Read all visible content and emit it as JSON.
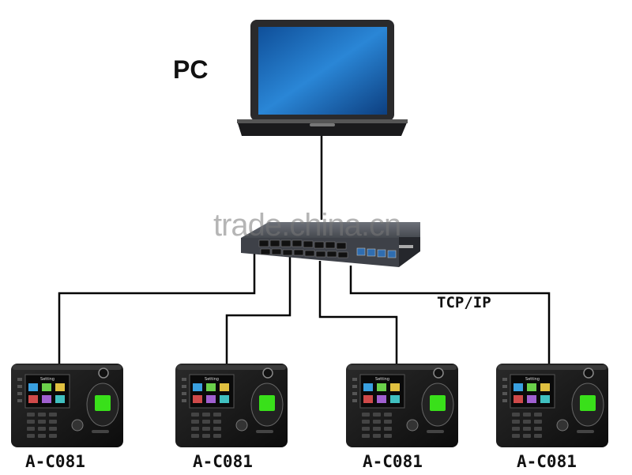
{
  "pc": {
    "label": "PC"
  },
  "switch": {
    "watermark": "trade.china.cn"
  },
  "connection": {
    "protocol": "TCP/IP"
  },
  "devices": [
    {
      "model": "A-C081",
      "screen_title": "Setting"
    },
    {
      "model": "A-C081",
      "screen_title": "Setting"
    },
    {
      "model": "A-C081",
      "screen_title": "Setting"
    },
    {
      "model": "A-C081",
      "screen_title": "Setting"
    }
  ],
  "colors": {
    "device_body": "#1b1b1b",
    "fingerprint_green": "#39e01a",
    "laptop_screen": "#1f73c4",
    "switch_port": "#2f6db0"
  }
}
